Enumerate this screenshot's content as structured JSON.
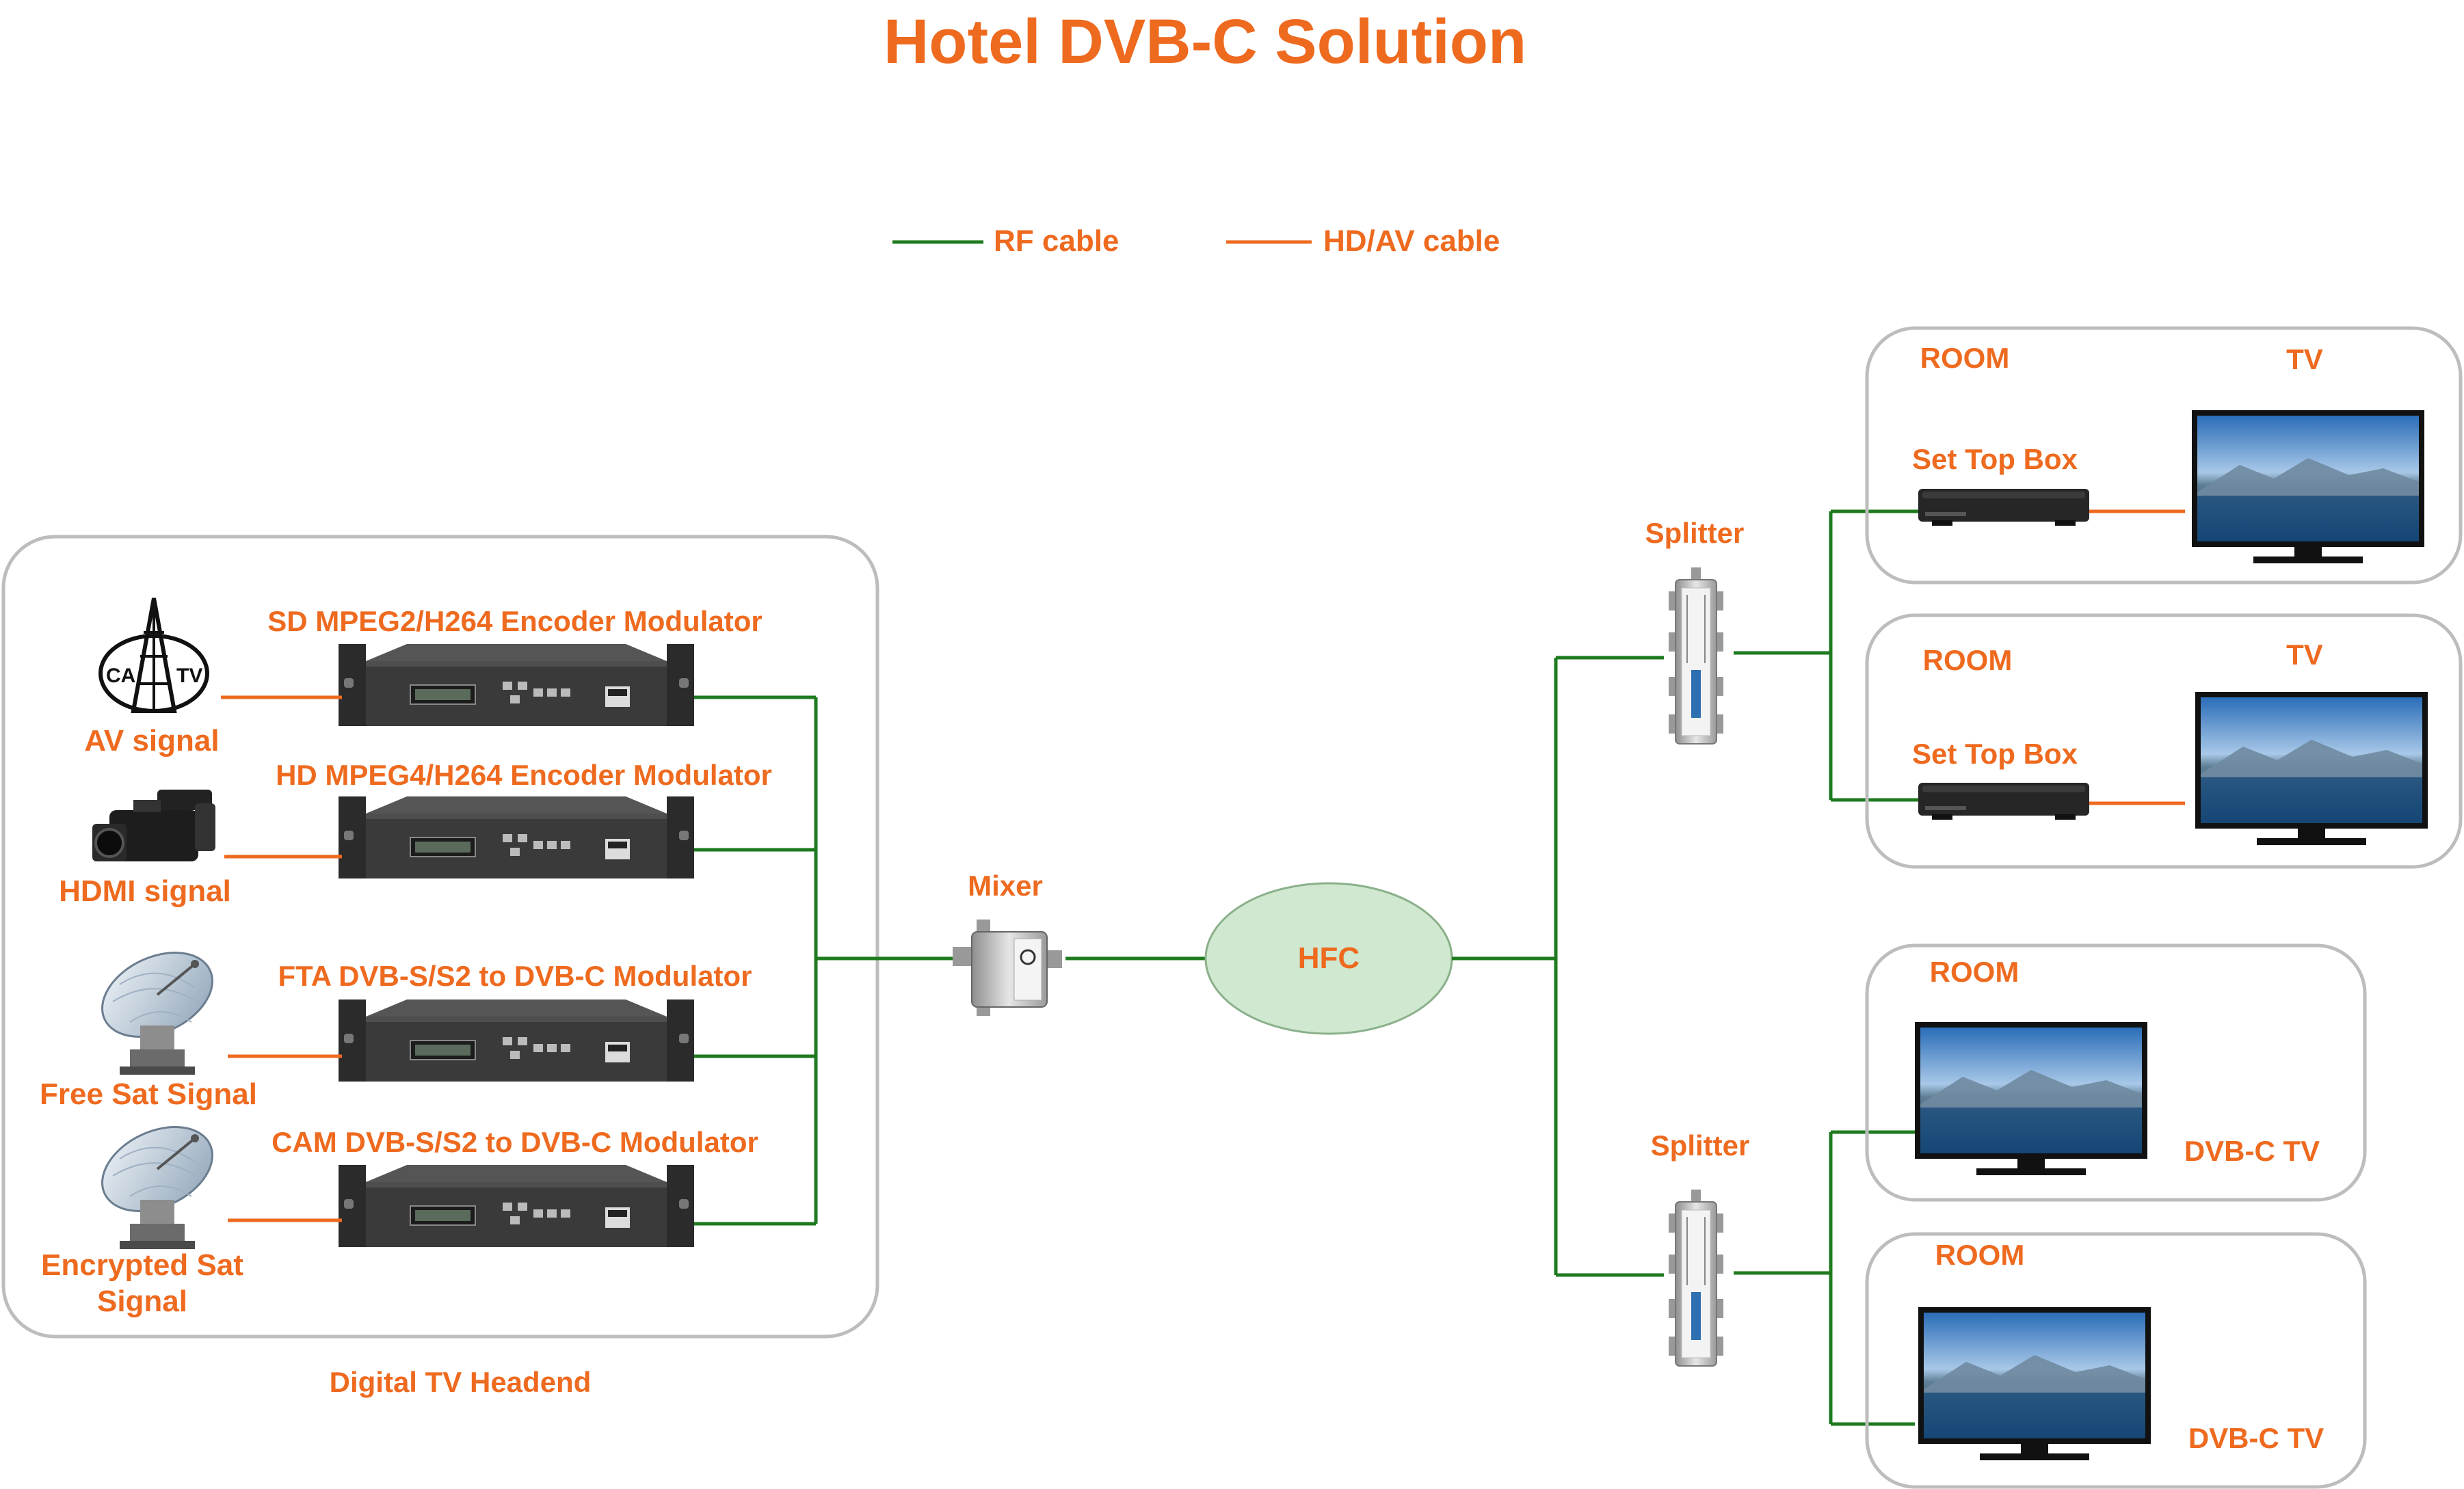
{
  "title": "Hotel DVB-C Solution",
  "legend": {
    "rf": "RF cable",
    "av": "HD/AV cable"
  },
  "colors": {
    "accent": "#EE6A1F",
    "rf_cable": "#1E7A1E",
    "hfc_fill": "#CFE8CF"
  },
  "headend": {
    "caption": "Digital TV Headend",
    "sources": [
      {
        "label": "AV signal",
        "icon": "catv-tower-icon"
      },
      {
        "label": "HDMI signal",
        "icon": "camcorder-icon"
      },
      {
        "label": "Free Sat Signal",
        "icon": "satellite-dish-icon"
      },
      {
        "label_line1": "Encrypted Sat",
        "label_line2": "Signal",
        "icon": "satellite-dish-icon"
      }
    ],
    "devices": [
      {
        "label": "SD MPEG2/H264 Encoder Modulator"
      },
      {
        "label": "HD MPEG4/H264 Encoder Modulator"
      },
      {
        "label": "FTA DVB-S/S2 to DVB-C Modulator"
      },
      {
        "label": "CAM DVB-S/S2 to DVB-C Modulator"
      }
    ]
  },
  "mixer": "Mixer",
  "hfc": "HFC",
  "splitter": "Splitter",
  "rooms": [
    {
      "room": "ROOM",
      "tv": "TV",
      "stb": "Set Top Box"
    },
    {
      "room": "ROOM",
      "tv": "TV",
      "stb": "Set Top Box"
    },
    {
      "room": "ROOM",
      "tv": "DVB-C TV"
    },
    {
      "room": "ROOM",
      "tv": "DVB-C TV"
    }
  ]
}
